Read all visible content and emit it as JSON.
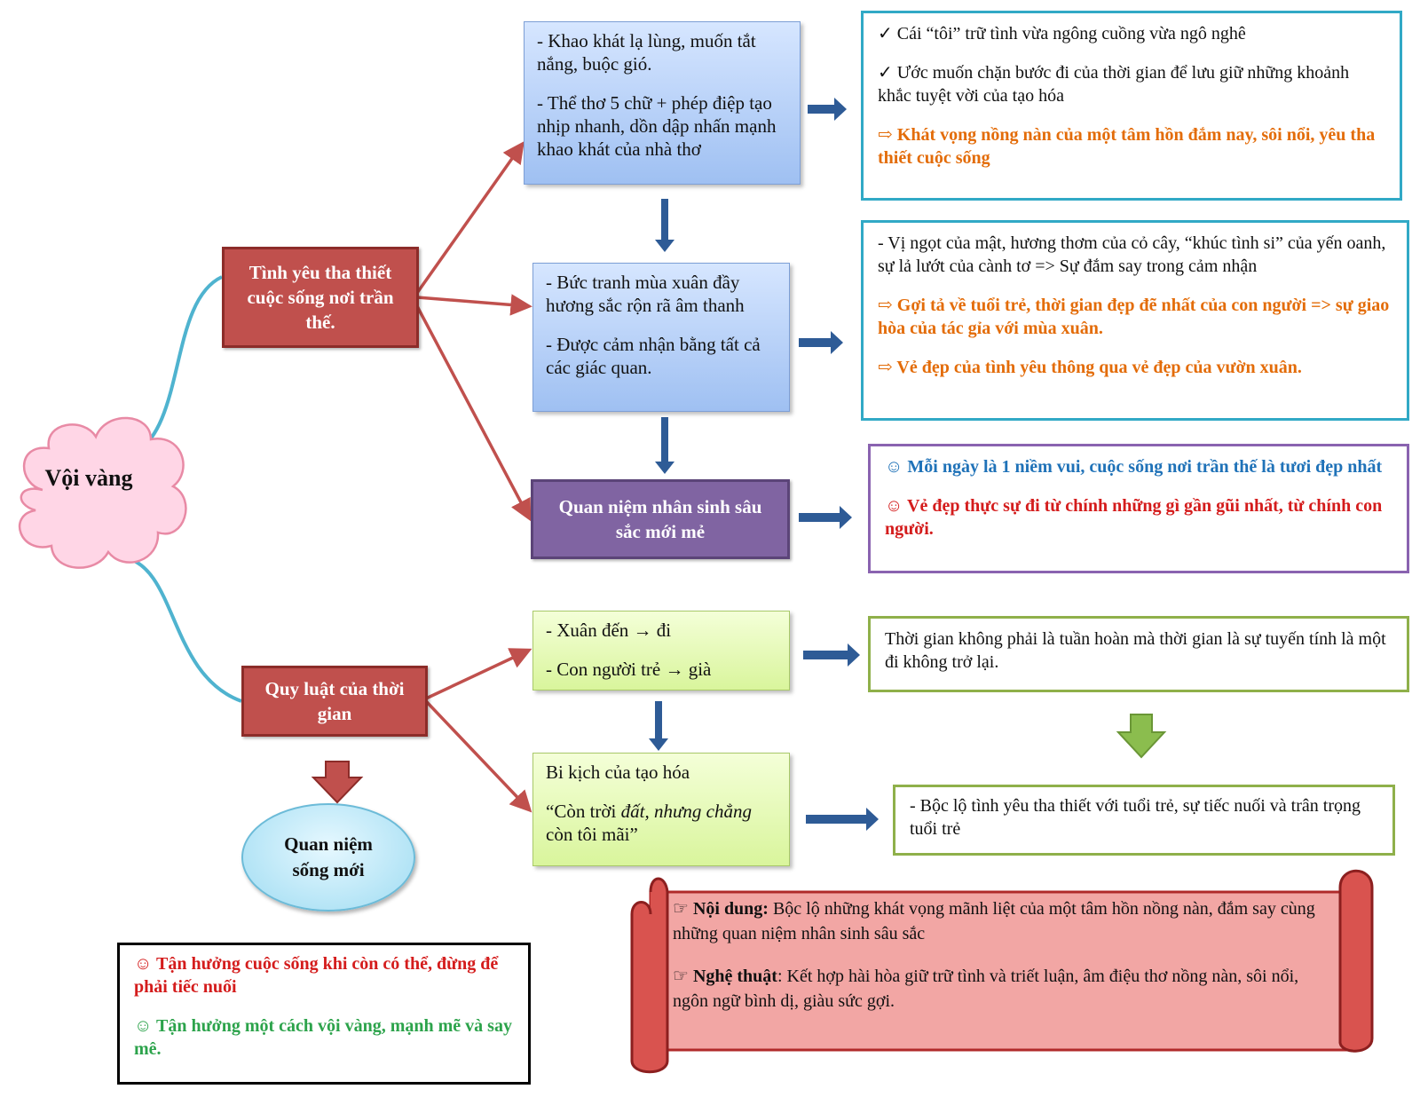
{
  "colors": {
    "red_box": "#c0504d",
    "purple_box": "#8064a2",
    "teal_border": "#31a9c6",
    "violet_border": "#8a63b0",
    "olive_border": "#8fb04a",
    "connector_red": "#c0504d",
    "arrow_blue": "#2e5b96",
    "arrow_green": "#77a33c",
    "cloud_pink": "#ffd6e6",
    "scroll_red": "#f2a6a4",
    "orange_text": "#e36c09"
  },
  "center": {
    "label": "Vội vàng"
  },
  "branch1": {
    "title": "Tình yêu tha thiết cuộc sống nơi trần thế.",
    "box_a": [
      "- Khao khát lạ lùng, muốn tắt nắng, buộc gió.",
      "- Thể thơ 5 chữ + phép điệp tạo nhịp nhanh, dồn dập nhấn mạnh khao khát của nhà thơ"
    ],
    "note_a": {
      "check1": "✓ Cái “tôi” trữ tình vừa ngông cuồng vừa ngô nghê",
      "check2": "✓ Ước muốn chặn bước đi của thời gian để lưu giữ những khoảnh khắc tuyệt vời của tạo hóa",
      "conclusion": "⇨ Khát vọng nồng nàn của một tâm hồn đắm nay, sôi nổi, yêu tha thiết cuộc sống"
    },
    "box_b": [
      "- Bức tranh mùa xuân đầy hương sắc rộn rã âm thanh",
      "- Được cảm nhận bằng tất cả các giác quan."
    ],
    "note_b": {
      "line1": "- Vị ngọt của mật, hương thơm của cỏ cây, “khúc tình si” của yến oanh, sự lả lướt của cành tơ => Sự đắm say trong cảm nhận",
      "line2": "⇨ Gợi tả về tuổi trẻ, thời gian đẹp đẽ nhất của con người => sự giao hòa của tác gỉa với mùa xuân.",
      "line3": "⇨ Vẻ đẹp của tình yêu thông qua vẻ đẹp của vườn xuân."
    },
    "box_c": "Quan niệm nhân sinh sâu sắc mới mẻ",
    "note_c": {
      "line1": "☺ Mỗi ngày là 1 niềm vui, cuộc sống nơi trần thế là tươi đẹp nhất",
      "line2": "☺ Vẻ đẹp thực sự đi từ chính những gì gần gũi nhất, từ chính con người."
    }
  },
  "branch2": {
    "title": "Quy luật của thời gian",
    "box_a": [
      "- Xuân đến → đi",
      "- Con người trẻ → già"
    ],
    "note_a": "Thời gian không phải là tuần hoàn mà thời gian là sự tuyến tính là một đi không trở lại.",
    "box_b": {
      "line1": "Bi kịch của tạo hóa",
      "quote_open": "“Còn trời ",
      "quote_italic": "đất, nhưng chẳng",
      "quote_close": " còn tôi mãi”"
    },
    "note_b": "- Bộc lộ tình yêu tha thiết với tuổi trẻ, sự tiếc nuối và trân trọng tuổi trẻ"
  },
  "new_view": {
    "label": "Quan niệm sống mới",
    "line1": "☺ Tận hưởng cuộc sống khi còn có thể, đừng để phải tiếc nuối",
    "line2": "☺ Tận hưởng một cách vội vàng, mạnh mẽ và say mê."
  },
  "summary": {
    "content_label": "Nội dung:",
    "content_text": " Bộc lộ những khát vọng mãnh liệt của một tâm hồn nồng nàn, đắm say cùng những quan niệm nhân sinh sâu sắc",
    "art_label": "Nghệ thuật",
    "art_text": ": Kết hợp hài hòa giữ trữ tình và triết luận, âm điệu thơ nồng nàn, sôi nổi, ngôn ngữ bình dị, giàu sức gợi.",
    "bullet": "☞"
  }
}
